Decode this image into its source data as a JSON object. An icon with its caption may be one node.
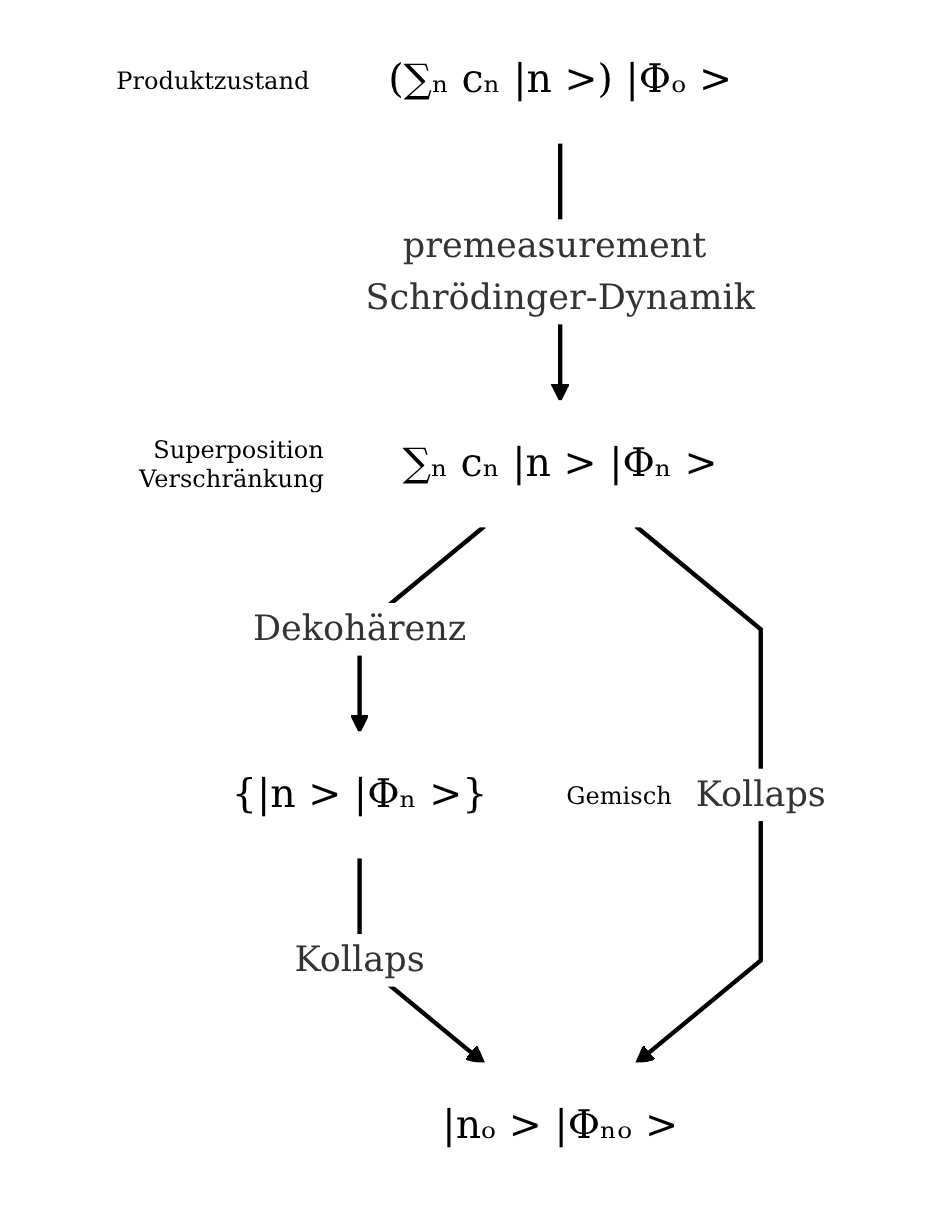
{
  "diagram": {
    "nodes": [
      {
        "text": [
          "(∑ₙ cₙ |n >) |Φₒ >"
        ],
        "beside": [
          "Produktzustand"
        ]
      },
      {
        "text": [
          "∑ₙ cₙ |n > |Φₙ >"
        ],
        "beside": [
          "Superposition Verschränkung"
        ]
      },
      {
        "text": [
          "{|n > |Φₙ >}"
        ],
        "beside": [
          "Gemisch"
        ]
      },
      {
        "text": [
          "|nₒ > |Φₙₒ >"
        ]
      }
    ],
    "edges": [
      {
        "from": 0,
        "to": 1,
        "arrow": "to",
        "label": "premeasurement Schrödinger-Dynamik"
      },
      {
        "from": 1,
        "to": 2,
        "arrow": "to",
        "label": "Dekohärenz"
      },
      {
        "from": 2,
        "to": 3,
        "arrow": "to",
        "label": "Kollaps"
      },
      {
        "from": 1,
        "to": 3,
        "arrow": "to",
        "label": "Kollaps"
      }
    ]
  }
}
